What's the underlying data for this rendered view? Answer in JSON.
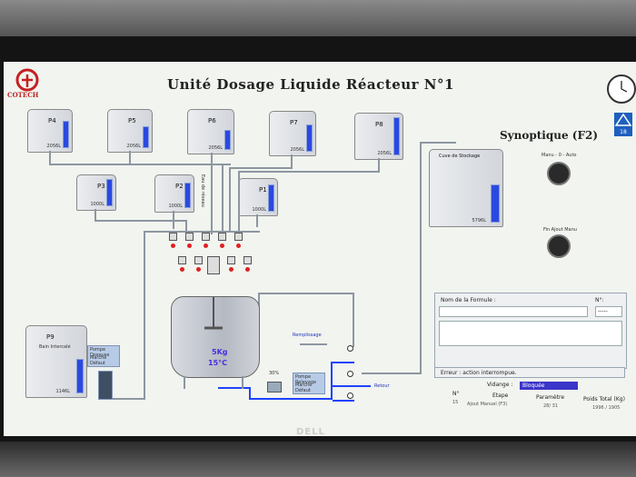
{
  "header": {
    "title": "Unité Dosage Liquide Réacteur N°1",
    "logo_text": "COTECH",
    "synoptique": "Synoptique (F2)"
  },
  "tanks": [
    {
      "id": "P4",
      "capacity": "2056L",
      "level": 0.75
    },
    {
      "id": "P5",
      "capacity": "2056L",
      "level": 0.62
    },
    {
      "id": "P6",
      "capacity": "2056L",
      "level": 0.58
    },
    {
      "id": "P7",
      "capacity": "2056L",
      "level": 0.7
    },
    {
      "id": "P8",
      "capacity": "2056L",
      "level": 0.95
    },
    {
      "id": "P3",
      "capacity": "1000L",
      "level": 0.9
    },
    {
      "id": "P2",
      "capacity": "1000L",
      "level": 0.8
    },
    {
      "id": "P1",
      "capacity": "1000L",
      "level": 0.9
    }
  ],
  "p9": {
    "id": "P9",
    "sub": "Bain Intercalé",
    "capacity": "1146L",
    "level": 0.55
  },
  "storage": {
    "label": "Cuve de Stockage",
    "capacity": "5796L",
    "level": 0.55
  },
  "reactor": {
    "mass": "5Kg",
    "temp": "15°C"
  },
  "labels": {
    "pipe_label": "Eau de réseau",
    "pump_label1": "Pompe Doseuse",
    "pump_label2": "Pompe Relevage",
    "marche": "Marche",
    "defaut": "Défaut",
    "pct": "30%",
    "right_out": "Remplissage",
    "right_out2": "Retour"
  },
  "controls": {
    "knob1_label": "Manu - 0 - Auto",
    "knob2_label": "Fin Ajout Manu"
  },
  "form": {
    "title": "Nom de la Formule :",
    "num_label": "N°:",
    "num_value": "-----",
    "error": "Erreur : action interrompue."
  },
  "vidange": {
    "label": "Vidange :",
    "value": "Bloquée"
  },
  "footer": {
    "n_label": "N°",
    "n_value": "15",
    "etape_label": "Etape",
    "etape_value": "Ajout Manuel (F3)",
    "param_label": "Paramètre",
    "param_value": "28/   31",
    "poids_label": "Poids Total (Kg)",
    "poids_value": "1996 / 1905"
  },
  "monitor": {
    "brand": "DELL"
  },
  "colors": {
    "tank_level": "#2a49e0",
    "pipe_active": "#1f42ff",
    "pipe_idle": "#8d96a1",
    "led": "#e02020",
    "select_bg": "#3b35c9"
  }
}
